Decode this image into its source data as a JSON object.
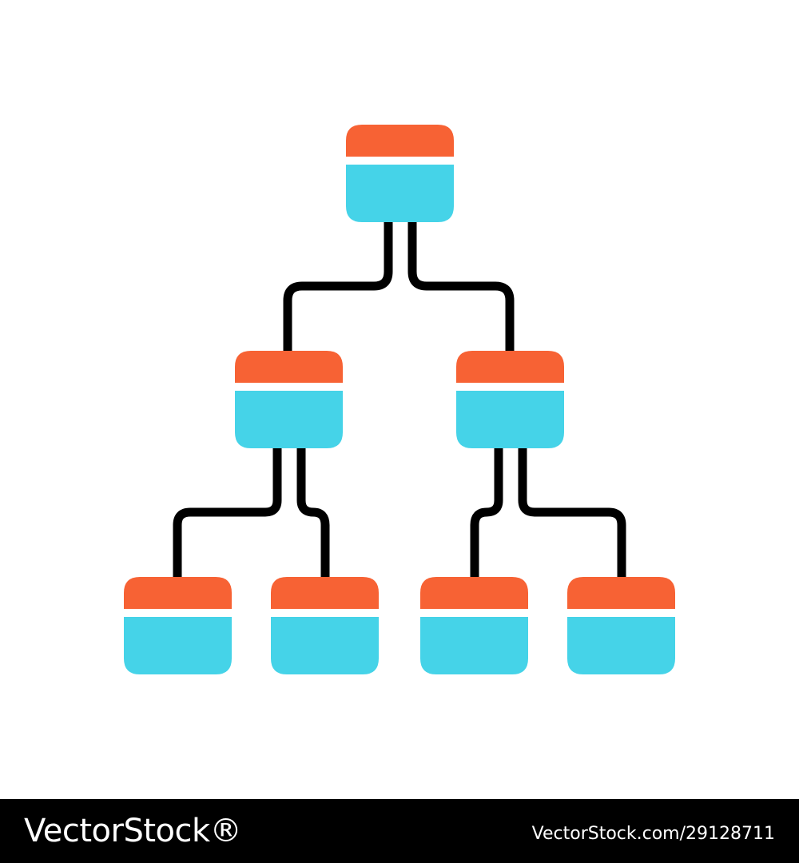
{
  "colors": {
    "background": "#ffffff",
    "node_header": "#f76234",
    "node_body": "#45d3e8",
    "connector": "#000000",
    "footer_background": "#000000",
    "footer_text": "#ffffff"
  },
  "diagram": {
    "type": "hierarchy-tree",
    "icon": "org-chart-icon",
    "levels": [
      1,
      2,
      4
    ],
    "nodes": [
      {
        "id": "root",
        "parent": null
      },
      {
        "id": "child-left",
        "parent": "root"
      },
      {
        "id": "child-right",
        "parent": "root"
      },
      {
        "id": "leaf-1",
        "parent": "child-left"
      },
      {
        "id": "leaf-2",
        "parent": "child-left"
      },
      {
        "id": "leaf-3",
        "parent": "child-right"
      },
      {
        "id": "leaf-4",
        "parent": "child-right"
      }
    ]
  },
  "watermark": {
    "brand": "VectorStock®",
    "url_id": "VectorStock.com/29128711"
  }
}
